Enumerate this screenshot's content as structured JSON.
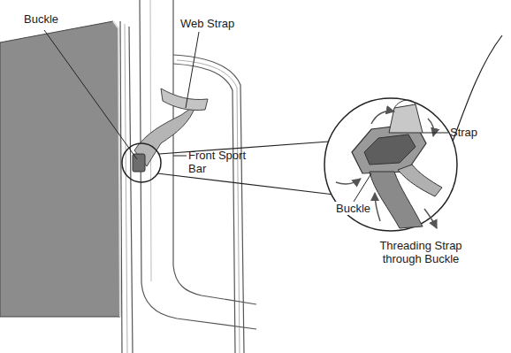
{
  "diagram": {
    "labels": [
      "Buckle",
      "Web Strap",
      "Front Sport Bar",
      "Strap",
      "Buckle",
      "Threading Strap through Buckle"
    ]
  }
}
